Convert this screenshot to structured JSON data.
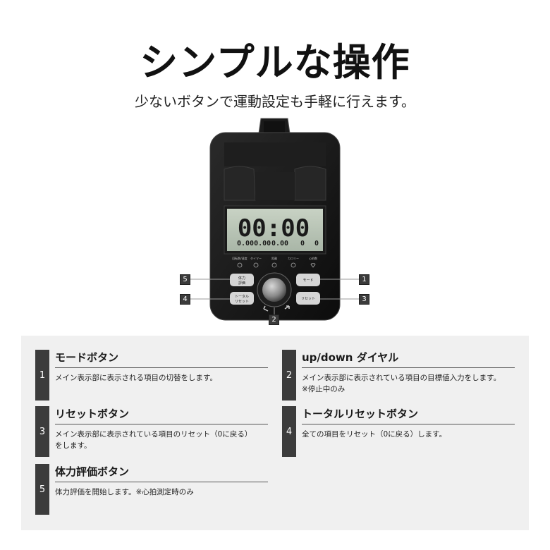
{
  "title": "シンプルな操作",
  "subtitle": "少ないボタンで運動設定も手軽に行えます。",
  "console": {
    "lcd_main": "00:00",
    "lcd_small_1": "0.000.00",
    "lcd_small_2": "0.00",
    "lcd_small_3": "0",
    "lcd_small_4": "0",
    "indicators": [
      "回転数/速度",
      "タイマー",
      "距離",
      "カロリー",
      "心拍数"
    ],
    "btn_tairyoku": "体力\n評価",
    "btn_total_reset": "トータル\nリセット",
    "btn_mode": "モード",
    "btn_reset": "リセット"
  },
  "callouts": [
    "1",
    "2",
    "3",
    "4",
    "5"
  ],
  "items": [
    {
      "num": "1",
      "title": "モードボタン",
      "desc": "メイン表示部に表示される項目の切替をします。"
    },
    {
      "num": "2",
      "title": "up/down ダイヤル",
      "desc": "メイン表示部に表示されている項目の目標値入力をします。\n※停止中のみ"
    },
    {
      "num": "3",
      "title": "リセットボタン",
      "desc": "メイン表示部に表示されている項目のリセット（0に戻る）\nをします。"
    },
    {
      "num": "4",
      "title": "トータルリセットボタン",
      "desc": "全ての項目をリセット（0に戻る）します。"
    },
    {
      "num": "5",
      "title": "体力評価ボタン",
      "desc": "体力評価を開始します。※心拍測定時のみ"
    }
  ]
}
